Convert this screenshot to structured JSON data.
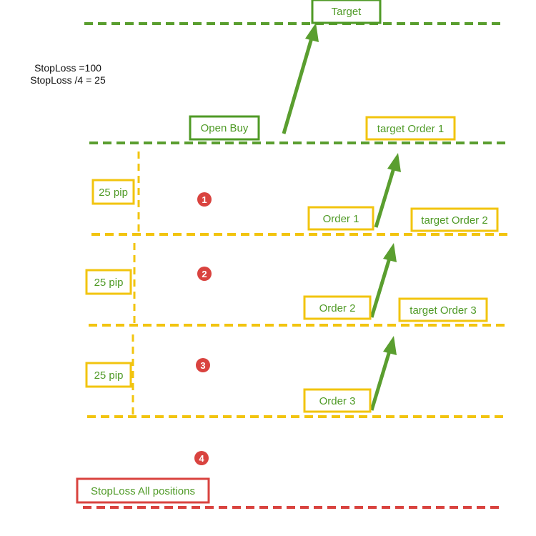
{
  "notes": {
    "line1": "StopLoss =100",
    "line2": "StopLoss /4 = 25"
  },
  "labels": {
    "target": "Target",
    "open_buy": "Open Buy",
    "target_order_1": "target Order 1",
    "target_order_2": "target Order 2",
    "target_order_3": "target Order 3",
    "order_1": "Order 1",
    "order_2": "Order 2",
    "order_3": "Order 3",
    "pip_1": "25 pip",
    "pip_2": "25 pip",
    "pip_3": "25 pip",
    "stoploss_all": "StopLoss All positions"
  },
  "markers": {
    "m1": "1",
    "m2": "2",
    "m3": "3",
    "m4": "4"
  },
  "colors": {
    "green_line": "#5a9e2f",
    "green_text": "#4f9a26",
    "yellow": "#f2c40f",
    "red": "#d9433f",
    "box_fill": "#ffffff"
  }
}
